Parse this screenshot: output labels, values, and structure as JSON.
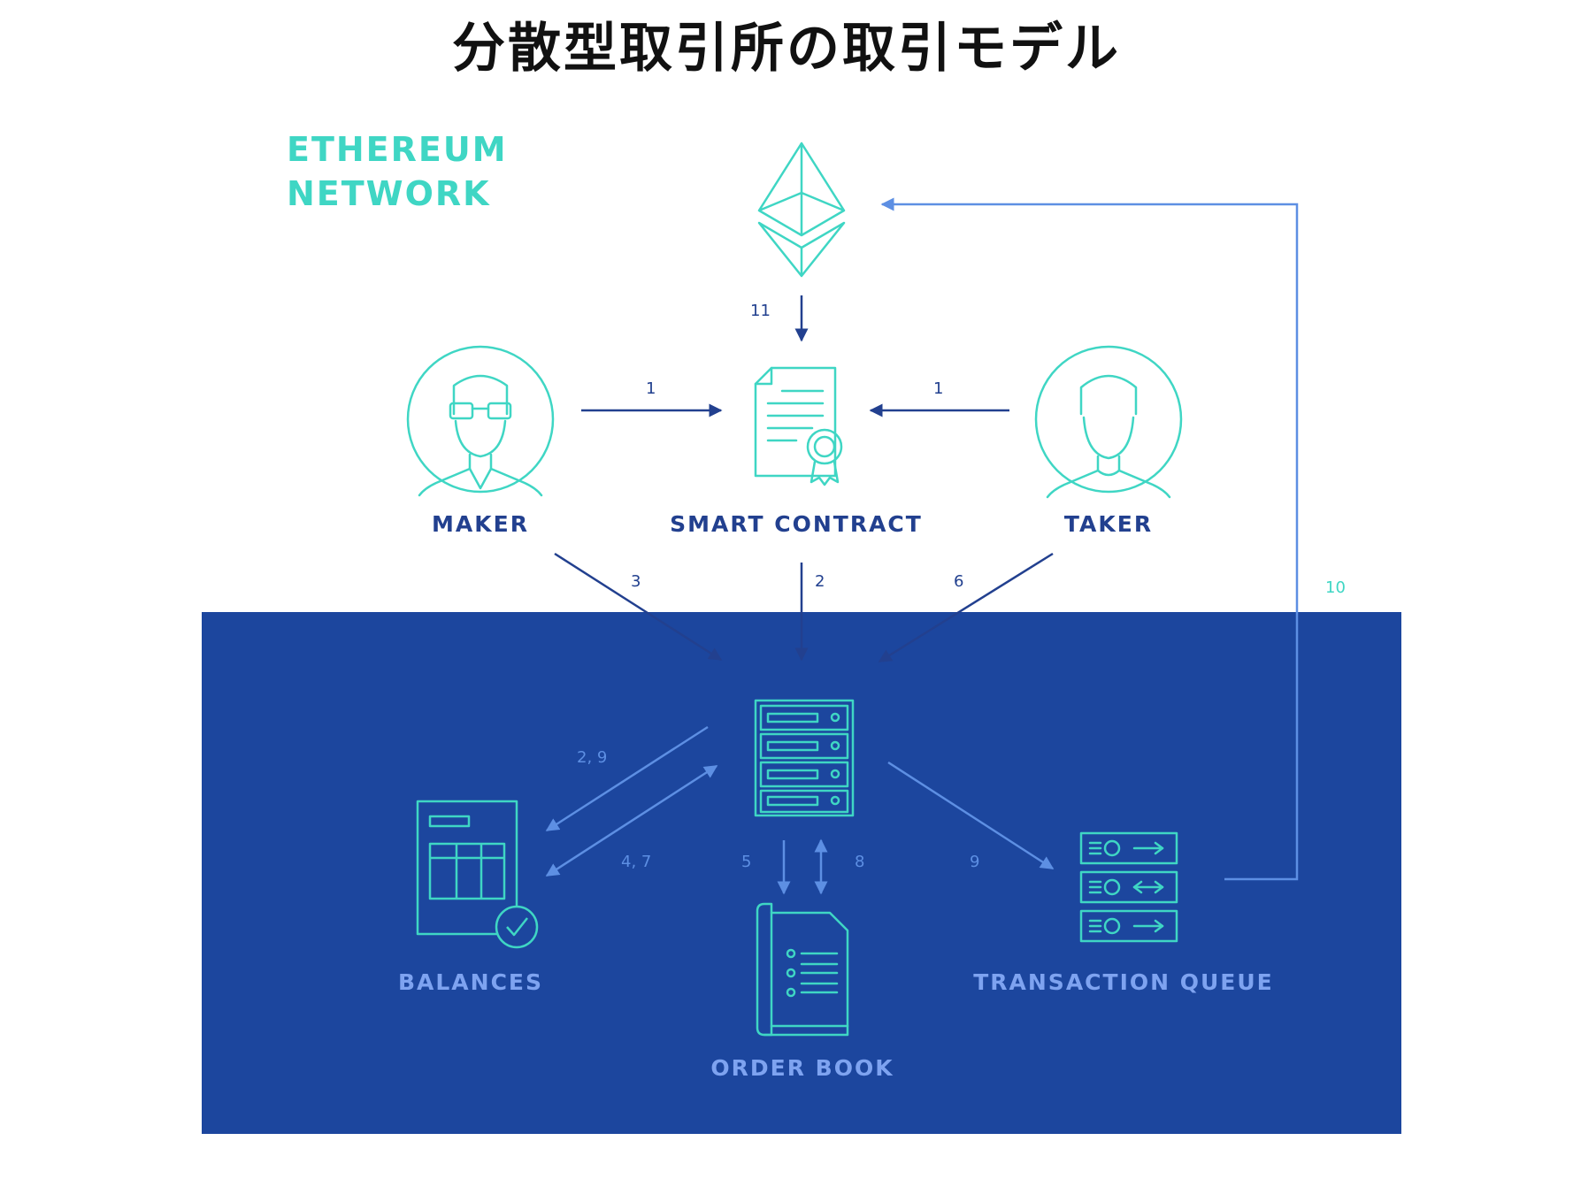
{
  "title": "分散型取引所の取引モデル",
  "network_label": [
    "ETHEREUM",
    "NETWORK"
  ],
  "nodes": {
    "maker": "MAKER",
    "smart_contract": "SMART CONTRACT",
    "taker": "TAKER",
    "balances": "BALANCES",
    "order_book": "ORDER BOOK",
    "transaction_queue": "TRANSACTION QUEUE"
  },
  "steps": {
    "eth_to_contract": "11",
    "maker_to_contract": "1",
    "taker_to_contract": "1",
    "maker_to_server": "3",
    "contract_to_server": "2",
    "taker_to_server": "6",
    "queue_to_eth": "10",
    "server_to_balances": "2, 9",
    "balances_to_server": "4, 7",
    "server_to_orderbook": "5",
    "orderbook_server_bidir": "8",
    "server_to_queue": "9"
  },
  "colors": {
    "teal": "#3fd6c4",
    "navy": "#22408f",
    "panel": "#1c469e",
    "light_blue": "#5d8fe3",
    "panel_label": "#7ea3f0"
  }
}
